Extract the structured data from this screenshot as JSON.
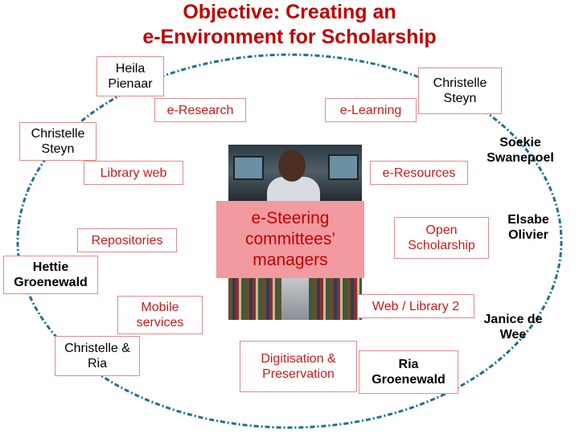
{
  "title": {
    "line1": "Objective: Creating an",
    "line2": "e-Environment for Scholarship"
  },
  "topics": {
    "e_research": "e-Research",
    "e_learning": "e-Learning",
    "library_web": "Library web",
    "e_resources": "e-Resources",
    "repositories": "Repositories",
    "open_scholarship": "Open Scholarship",
    "mobile_services": "Mobile services",
    "web_library_2": "Web / Library 2",
    "digitisation": "Digitisation & Preservation"
  },
  "center": {
    "label": "e-Steering committees’ managers"
  },
  "people": {
    "heila": "Heila Pienaar",
    "christelle_top": "Christelle Steyn",
    "christelle_left": "Christelle Steyn",
    "soekie": "Soekie Swanepoel",
    "elsabe": "Elsabe Olivier",
    "hettie": "Hettie Groenewald",
    "janice": "Janice de Wee",
    "christelle_ria": "Christelle & Ria",
    "ria": "Ria Groenewald"
  },
  "colors": {
    "title": "#c00000",
    "topic_text": "#d01818",
    "box_border": "#e48a8a",
    "ring": "#1f6f8f",
    "center_fill": "#f19aa0"
  },
  "icons": {
    "photo": "student-at-computer-and-library-shelves-photo"
  }
}
